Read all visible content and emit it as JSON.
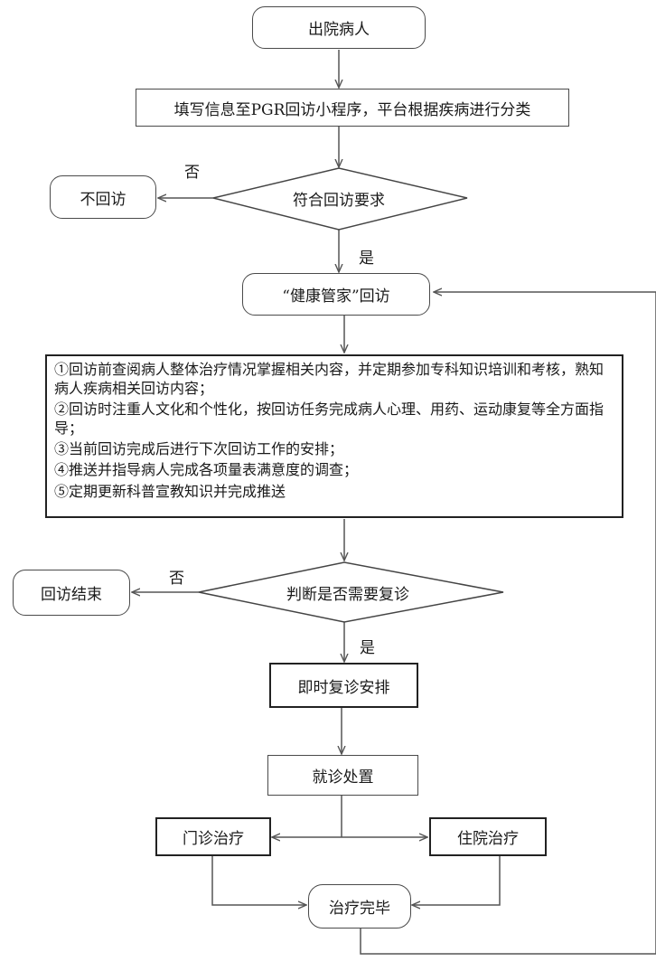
{
  "flow": {
    "discharge": "出院病人",
    "fill_info": "填写信息至PGR回访小程序，平台根据疾病进行分类",
    "eligibility": "符合回访要求",
    "no_followup": "不回访",
    "no_1": "否",
    "yes_1": "是",
    "health_manager": "“健康管家”回访",
    "steps": [
      "①回访前查阅病人整体治疗情况掌握相关内容，并定期参加专科知识培训和考核，熟知病人疾病相关回访内容；",
      "②回访时注重人文化和个性化，按回访任务完成病人心理、用药、运动康复等全方面指导；",
      "③当前回访完成后进行下次回访工作的安排；",
      "④推送并指导病人完成各项量表满意度的调查；",
      "⑤定期更新科普宣教知识并完成推送"
    ],
    "judge_revisit": "判断是否需要复诊",
    "followup_end": "回访结束",
    "no_2": "否",
    "yes_2": "是",
    "revisit_arrange": "即时复诊安排",
    "treatment": "就诊处置",
    "outpatient": "门诊治疗",
    "inpatient": "住院治疗",
    "treatment_done": "治疗完毕"
  }
}
